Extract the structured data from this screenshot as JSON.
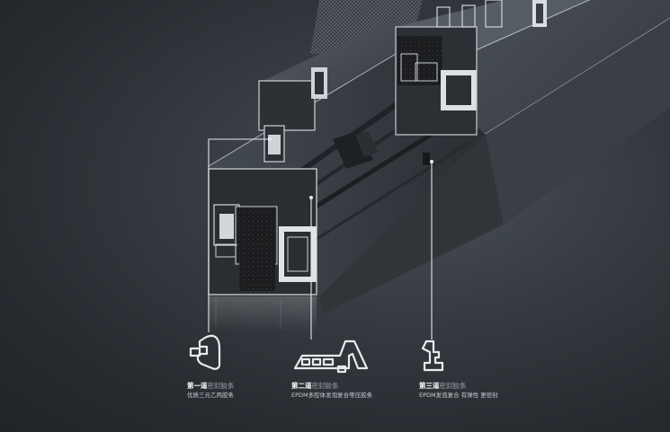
{
  "seals": [
    {
      "title_bold": "第一道",
      "title_light": "密封胶条",
      "subtitle": "优质三元乙丙胶条"
    },
    {
      "title_bold": "第二道",
      "title_light": "密封胶条",
      "subtitle": "EPDM多腔体发泡复合等压胶条"
    },
    {
      "title_bold": "第三道",
      "title_light": "密封胶条",
      "subtitle": "EPDM发泡复合 有弹性 更密封"
    }
  ],
  "icons": [
    "seal-profile-1-icon",
    "seal-profile-2-icon",
    "seal-profile-3-icon"
  ],
  "colors": {
    "background": "#2f3338",
    "profile": "#3a3f45",
    "edge": "#c9ced4",
    "foam": "#1b1c1e",
    "leader": "#e6e8ea"
  }
}
